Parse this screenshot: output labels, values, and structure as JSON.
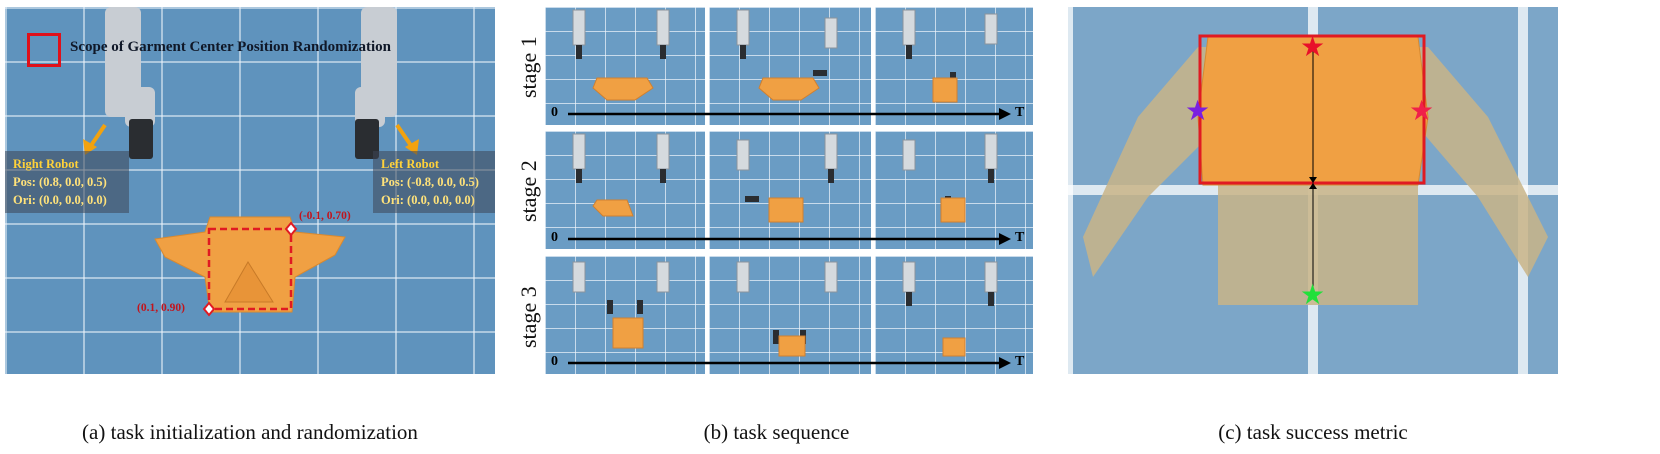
{
  "panel_a": {
    "legend_text": "Scope of Garment Center Position Randomization",
    "right_robot": {
      "title": "Right Robot",
      "pos": "Pos: (0.8, 0.0, 0.5)",
      "ori": "Ori: (0.0, 0.0, 0.0)"
    },
    "left_robot": {
      "title": "Left Robot",
      "pos": "Pos: (-0.8, 0.0, 0.5)",
      "ori": "Ori: (0.0, 0.0, 0.0)"
    },
    "corner_top": "(-0.1, 0.70)",
    "corner_bottom": "(0.1, 0.90)",
    "caption": "(a) task initialization and randomization"
  },
  "panel_b": {
    "stages": [
      {
        "label": "stage 1",
        "start": "0",
        "end": "T"
      },
      {
        "label": "stage 2",
        "start": "0",
        "end": "T"
      },
      {
        "label": "stage 3",
        "start": "0",
        "end": "T"
      }
    ],
    "caption": "(b) task sequence"
  },
  "panel_c": {
    "caption": "(c) task success metric",
    "colors": {
      "box": "#e01a22",
      "top_star": "#e8102a",
      "left_star": "#7a1fe0",
      "right_star": "#f0204a",
      "bottom_star": "#22e03a"
    }
  },
  "colors": {
    "garment": "#f0a043",
    "floor": "#5f93bd",
    "arrow": "#f2a20f",
    "dashed": "#e01a22"
  }
}
